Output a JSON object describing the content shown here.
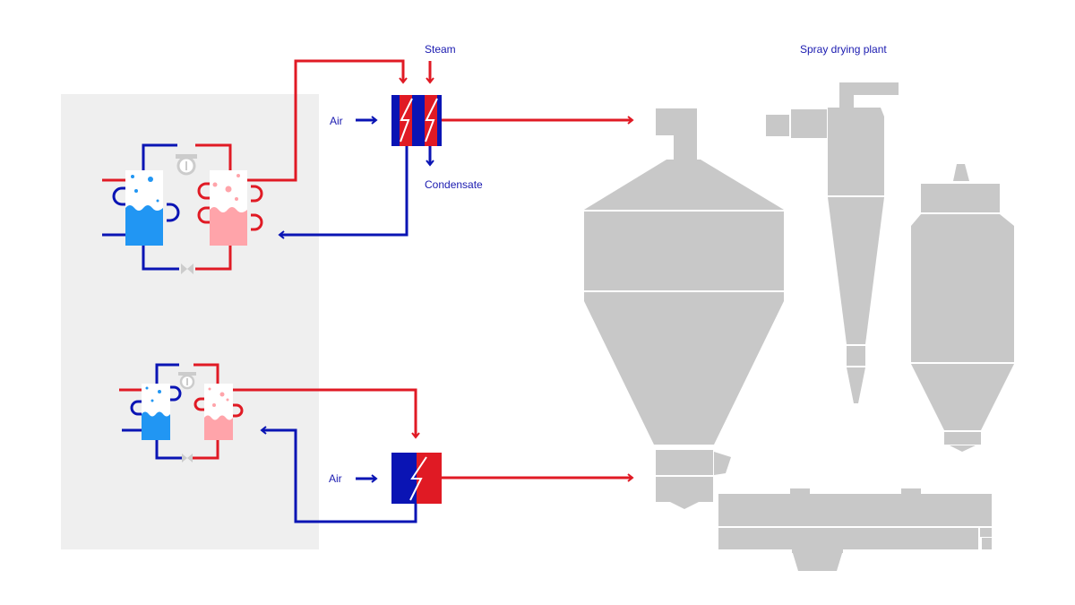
{
  "labels": {
    "steam": "Steam",
    "condensate": "Condensate",
    "air_top": "Air",
    "air_bottom": "Air",
    "plant": "Spray drying plant"
  },
  "colors": {
    "hot": "#e01a24",
    "cold": "#0a14b4",
    "plant": "#c8c8c8",
    "panel": "#efefef",
    "cold_tank": "#2196f3",
    "hot_tank": "#ffa4aa"
  }
}
